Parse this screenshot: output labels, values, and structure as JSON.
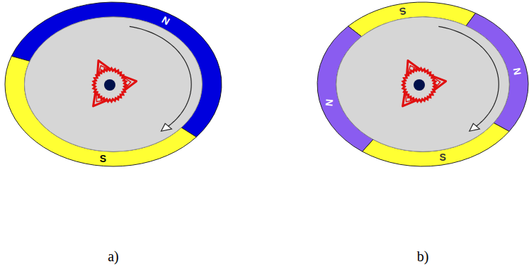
{
  "diagram": {
    "labels": [
      "N",
      "S",
      "S",
      "N",
      "N",
      "S",
      "a)",
      "b)"
    ]
  }
}
